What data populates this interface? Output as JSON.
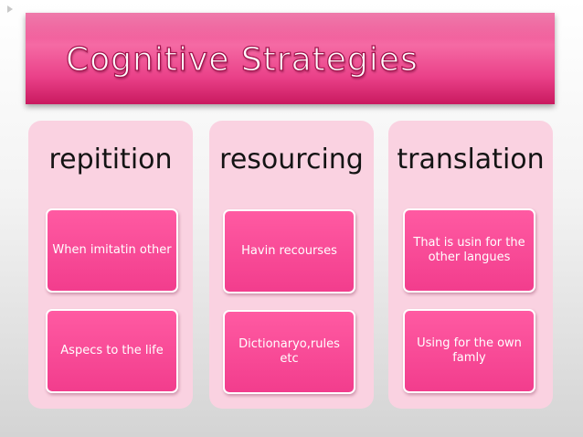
{
  "slide": {
    "title": "Cognitive Strategies",
    "accent_color": "#e8468a",
    "columns": [
      {
        "header": "repitition",
        "items": [
          "When imitatin other",
          "Aspecs to the life"
        ]
      },
      {
        "header": "resourcing",
        "items": [
          "Havin recourses",
          "Dictionaryo,rules etc"
        ]
      },
      {
        "header": "translation",
        "items": [
          "That is usin for the other langues",
          "Using for the own famly"
        ]
      }
    ]
  }
}
